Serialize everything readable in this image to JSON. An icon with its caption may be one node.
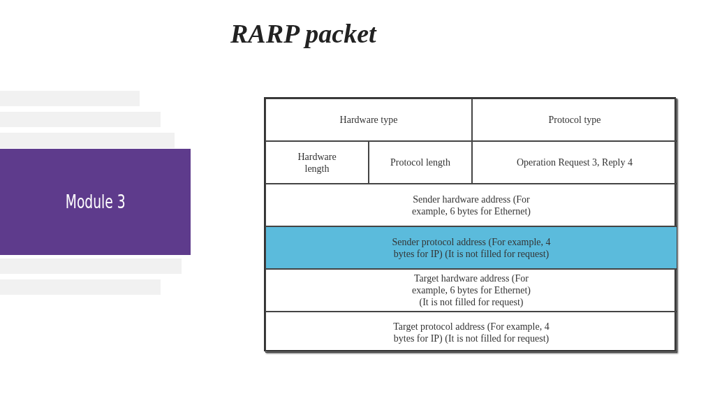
{
  "diagram": {
    "title": "RARP packet",
    "labels": [
      "Module 3",
      "Hardware type",
      "Protocol type",
      "Hardware length",
      "Protocol length",
      "Operation Request 3, Reply 4",
      "Sender hardware address (For example, 6 bytes for Ethernet)",
      "Sender protocol address (For example, 4 bytes for IP) (It is not filled for request)",
      "Target hardware address (For example, 6 bytes for Ethernet) (It is not filled for request)",
      "Target protocol address (For example, 4 bytes for IP) (It is not filled for request)"
    ]
  }
}
